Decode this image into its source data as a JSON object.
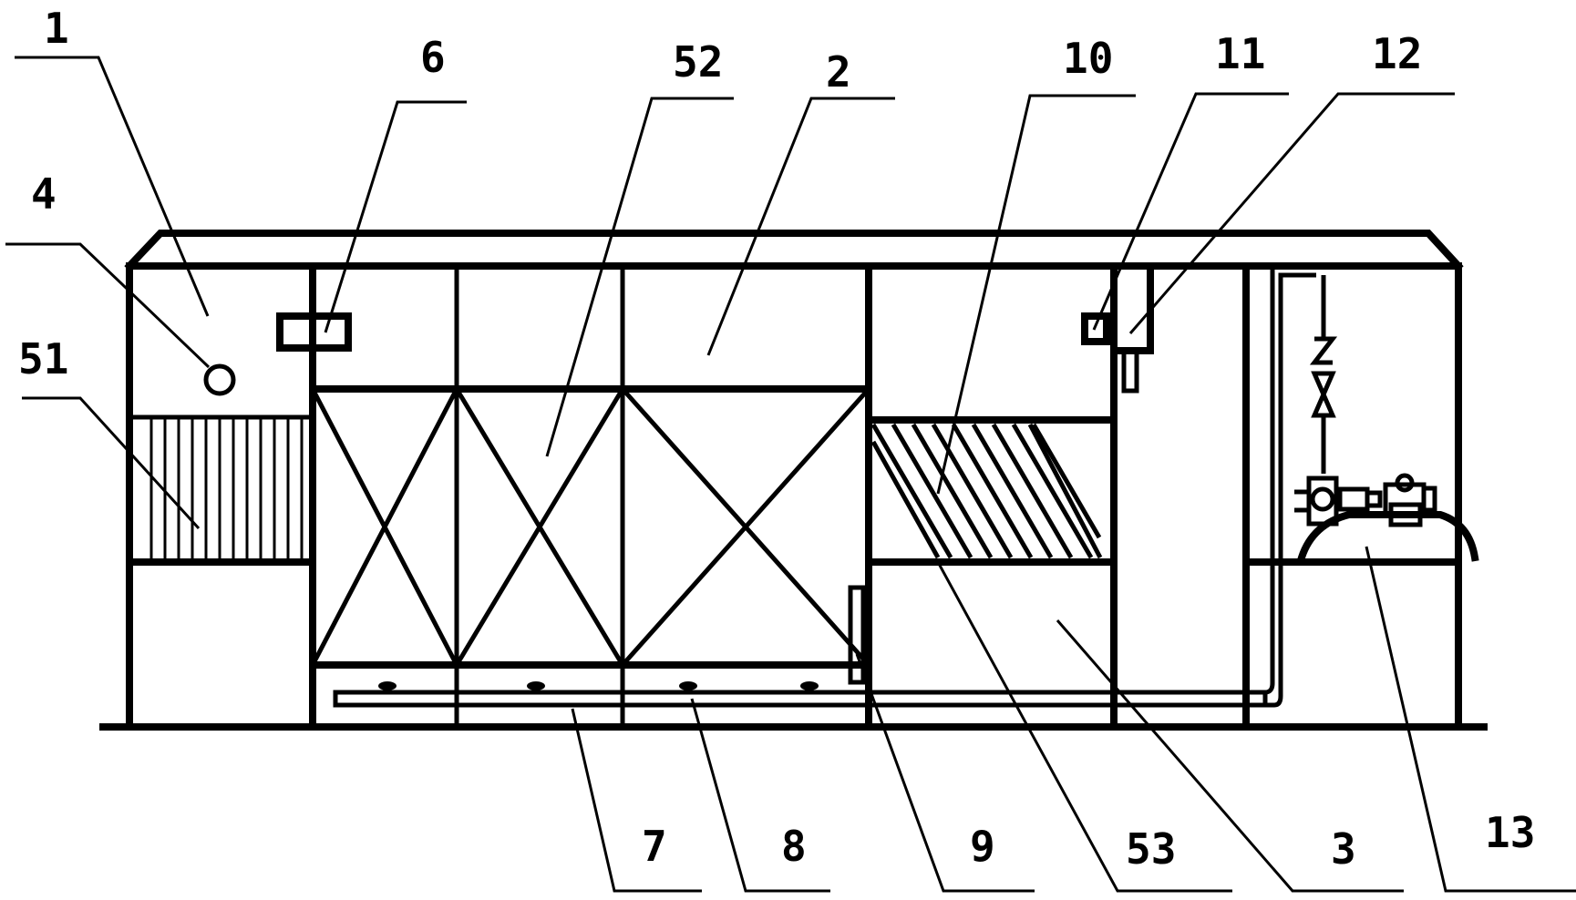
{
  "callouts": [
    {
      "id": "1",
      "label": "1"
    },
    {
      "id": "6",
      "label": "6"
    },
    {
      "id": "52",
      "label": "52"
    },
    {
      "id": "2",
      "label": "2"
    },
    {
      "id": "10",
      "label": "10"
    },
    {
      "id": "11",
      "label": "11"
    },
    {
      "id": "12",
      "label": "12"
    },
    {
      "id": "4",
      "label": "4"
    },
    {
      "id": "51",
      "label": "51"
    },
    {
      "id": "7",
      "label": "7"
    },
    {
      "id": "8",
      "label": "8"
    },
    {
      "id": "9",
      "label": "9"
    },
    {
      "id": "53",
      "label": "53"
    },
    {
      "id": "3",
      "label": "3"
    },
    {
      "id": "13",
      "label": "13"
    }
  ]
}
